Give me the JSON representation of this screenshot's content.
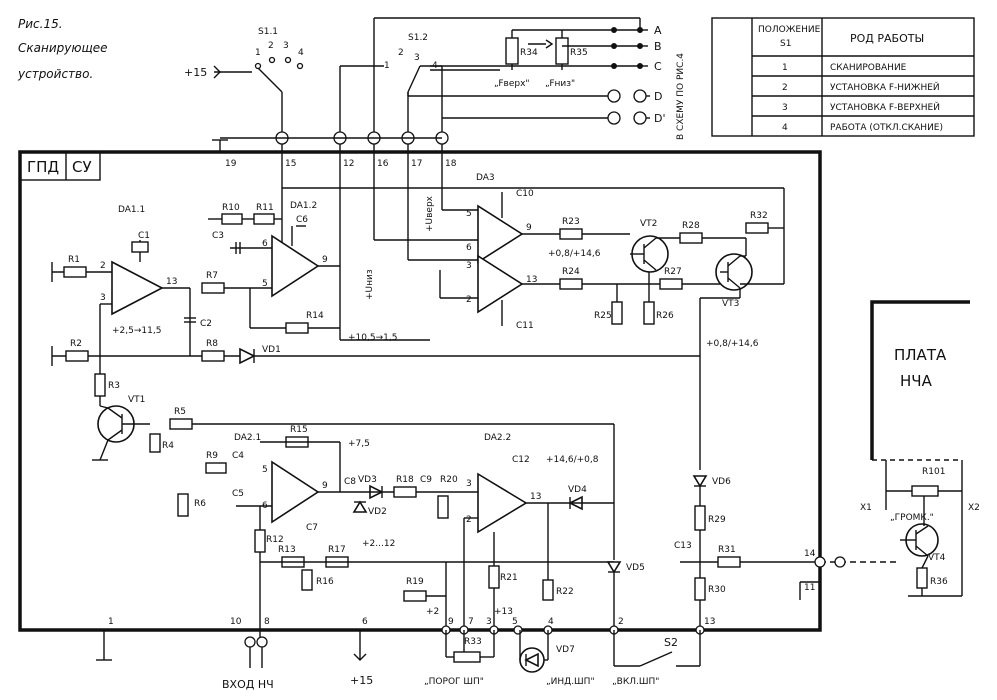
{
  "caption": {
    "line1": "Рис.15.",
    "line2": "Сканирующее",
    "line3": "устройство."
  },
  "block": {
    "tag1": "ГПД",
    "tag2": "СУ"
  },
  "side_note": "В СХЕМУ ПО РИС.4",
  "outputs": [
    "A",
    "B",
    "C",
    "D",
    "D'"
  ],
  "table": {
    "col1_header_a": "ПОЛОЖЕНИЕ",
    "col1_header_b": "S1",
    "col0_header": "ПОЛОЖЕНИЕ S1",
    "col2_header": "РОД РАБОТЫ",
    "rows": [
      {
        "pos": "1",
        "mode": "СКАНИРОВАНИЕ"
      },
      {
        "pos": "2",
        "mode": "УСТАНОВКА F-НИЖНЕЙ"
      },
      {
        "pos": "3",
        "mode": "УСТАНОВКА F-ВЕРХНЕЙ"
      },
      {
        "pos": "4",
        "mode": "РАБОТА (ОТКЛ.СКАНИЕ)"
      }
    ]
  },
  "switches": {
    "s11": "S1.1",
    "s12": "S1.2",
    "s2": "S2",
    "pos": [
      "1",
      "2",
      "3",
      "4"
    ],
    "pos_s12": [
      "1",
      "2",
      "3",
      "4"
    ]
  },
  "supply": {
    "plus15_top": "+15",
    "plus15_bottom": "+15"
  },
  "chips": {
    "da11": "DA1.1",
    "da12": "DA1.2",
    "da3": "DA3",
    "da21": "DA2.1",
    "da22": "DA2.2"
  },
  "pins": [
    "19",
    "15",
    "12",
    "16",
    "17",
    "18",
    "1",
    "10",
    "8",
    "6",
    "9",
    "7",
    "3",
    "5",
    "4",
    "2",
    "13",
    "14",
    "11"
  ],
  "resistors": [
    "R1",
    "R2",
    "R3",
    "R4",
    "R5",
    "R6",
    "R7",
    "R8",
    "R9",
    "R10",
    "R11",
    "R12",
    "R13",
    "R14",
    "R15",
    "R16",
    "R17",
    "R18",
    "R19",
    "R20",
    "R21",
    "R22",
    "R23",
    "R24",
    "R25",
    "R26",
    "R27",
    "R28",
    "R29",
    "R30",
    "R31",
    "R32",
    "R33",
    "R34",
    "R35",
    "R36",
    "R101"
  ],
  "caps": [
    "C1",
    "C2",
    "C3",
    "C4",
    "C5",
    "C6",
    "C7",
    "C8",
    "C9",
    "C10",
    "C11",
    "C12",
    "C13"
  ],
  "diodes": [
    "VD1",
    "VD2",
    "VD3",
    "VD4",
    "VD5",
    "VD6",
    "VD7"
  ],
  "transistors": [
    "VT1",
    "VT2",
    "VT3",
    "VT4"
  ],
  "voltages": {
    "v1": "+2,5→11,5",
    "v2": "+10,5→1,5",
    "v3": "+0,8/+14,6",
    "v4": "+0,8/+14,6",
    "v5": "+7,5",
    "v6": "+2...12",
    "v7": "+14,6/+0,8",
    "v8": "+2",
    "v9": "+13",
    "uniz": "+Uниз",
    "uverh": "+Uверх",
    "fverh": "„Fверх\"",
    "fniz": "„Fниз\""
  },
  "bottom_labels": {
    "input": "ВХОД НЧ",
    "threshold": "„ПОРОГ ШП\"",
    "indicator": "„ИНД.ШП\"",
    "enable": "„ВКЛ.ШП\""
  },
  "board": {
    "line1": "ПЛАТА",
    "line2": "НЧА"
  },
  "board_parts": {
    "x1": "X1",
    "x2": "X2",
    "volume": "„ГРОМК.\""
  }
}
